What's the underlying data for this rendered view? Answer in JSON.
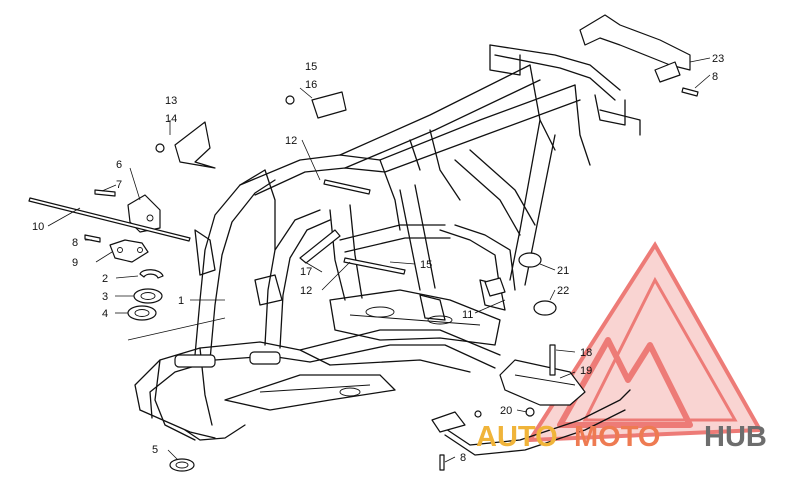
{
  "callouts": {
    "c1": "1",
    "c2": "2",
    "c3": "3",
    "c4": "4",
    "c5": "5",
    "c6": "6",
    "c7": "7",
    "c8a": "8",
    "c8b": "8",
    "c8c": "8",
    "c9": "9",
    "c10": "10",
    "c11": "11",
    "c12a": "12",
    "c12b": "12",
    "c13": "13",
    "c14": "14",
    "c15a": "15",
    "c15b": "15",
    "c16": "16",
    "c17": "17",
    "c18": "18",
    "c19": "19",
    "c20": "20",
    "c21": "21",
    "c22": "22",
    "c23": "23"
  },
  "watermark": {
    "part_auto": "AUTO",
    "part_moto": "MOTO",
    "part_hub": "HUB",
    "colors": {
      "triangle": "#e8504a",
      "auto": "#f0b43a",
      "moto": "#ee7b52",
      "hub": "#6d6d6d"
    }
  }
}
